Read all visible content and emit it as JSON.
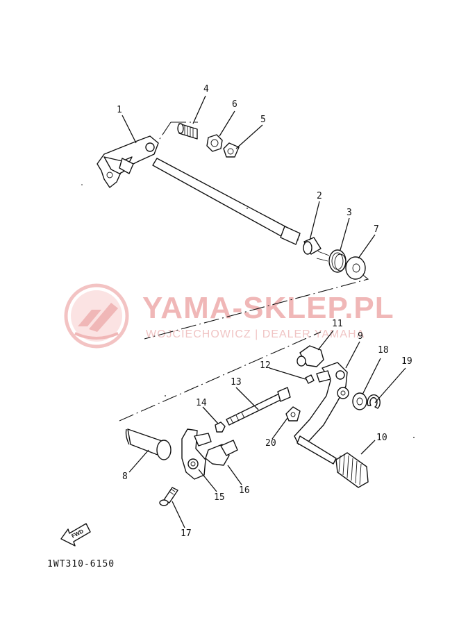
{
  "watermark": {
    "brand": "YAMA-SKLEP.PL",
    "dealer": "WOJCIECHOWICZ | DEALER YAMAHA",
    "accent_color": "#f0b7b7",
    "icon": "yamaha-tuning-fork-logo"
  },
  "callouts": [
    {
      "id": "1",
      "label": "1"
    },
    {
      "id": "2",
      "label": "2"
    },
    {
      "id": "3",
      "label": "3"
    },
    {
      "id": "4",
      "label": "4"
    },
    {
      "id": "5",
      "label": "5"
    },
    {
      "id": "6",
      "label": "6"
    },
    {
      "id": "7",
      "label": "7"
    },
    {
      "id": "8",
      "label": "8"
    },
    {
      "id": "9",
      "label": "9"
    },
    {
      "id": "10",
      "label": "10"
    },
    {
      "id": "11",
      "label": "11"
    },
    {
      "id": "12",
      "label": "12"
    },
    {
      "id": "13",
      "label": "13"
    },
    {
      "id": "14",
      "label": "14"
    },
    {
      "id": "15",
      "label": "15"
    },
    {
      "id": "16",
      "label": "16"
    },
    {
      "id": "17",
      "label": "17"
    },
    {
      "id": "18",
      "label": "18"
    },
    {
      "id": "19",
      "label": "19"
    },
    {
      "id": "20",
      "label": "20"
    }
  ],
  "direction_marker": {
    "label": "FWD",
    "icon": "forward-arrow-icon"
  },
  "diagram_code": "1WT310-6150"
}
